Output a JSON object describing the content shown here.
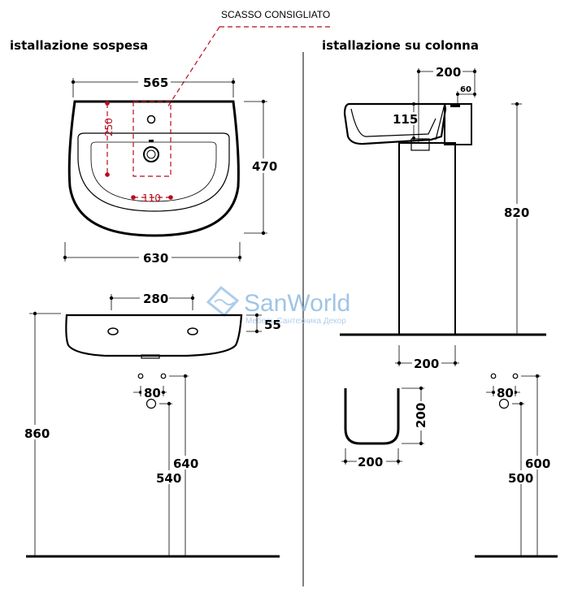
{
  "labels": {
    "recess_note": "SCASSO CONSIGLIATO",
    "title_wall": "istallazione sospesa",
    "title_column": "istallazione su colonna"
  },
  "dimensions": {
    "top_width": "565",
    "overall_width": "630",
    "depth": "470",
    "recess_height": "250",
    "recess_width": "110",
    "fixing_spacing": "280",
    "fixing_offset": "55",
    "floor_height": "860",
    "waste_spacing": "80",
    "pipe_height_upper": "640",
    "pipe_height_lower": "540",
    "col_top": "200",
    "col_small": "60",
    "col_bowl": "115",
    "col_height": "820",
    "col_base": "200",
    "col_section_w": "200",
    "col_section_h": "200",
    "col_waste_spacing": "80",
    "col_pipe_upper": "600",
    "col_pipe_lower": "500"
  },
  "watermark": {
    "brand": "SanWorld",
    "tagline": "Мебель Сантехника Декор"
  },
  "colors": {
    "line": "#000000",
    "recess": "#b80b1e",
    "watermark": "#7fb2dd"
  }
}
